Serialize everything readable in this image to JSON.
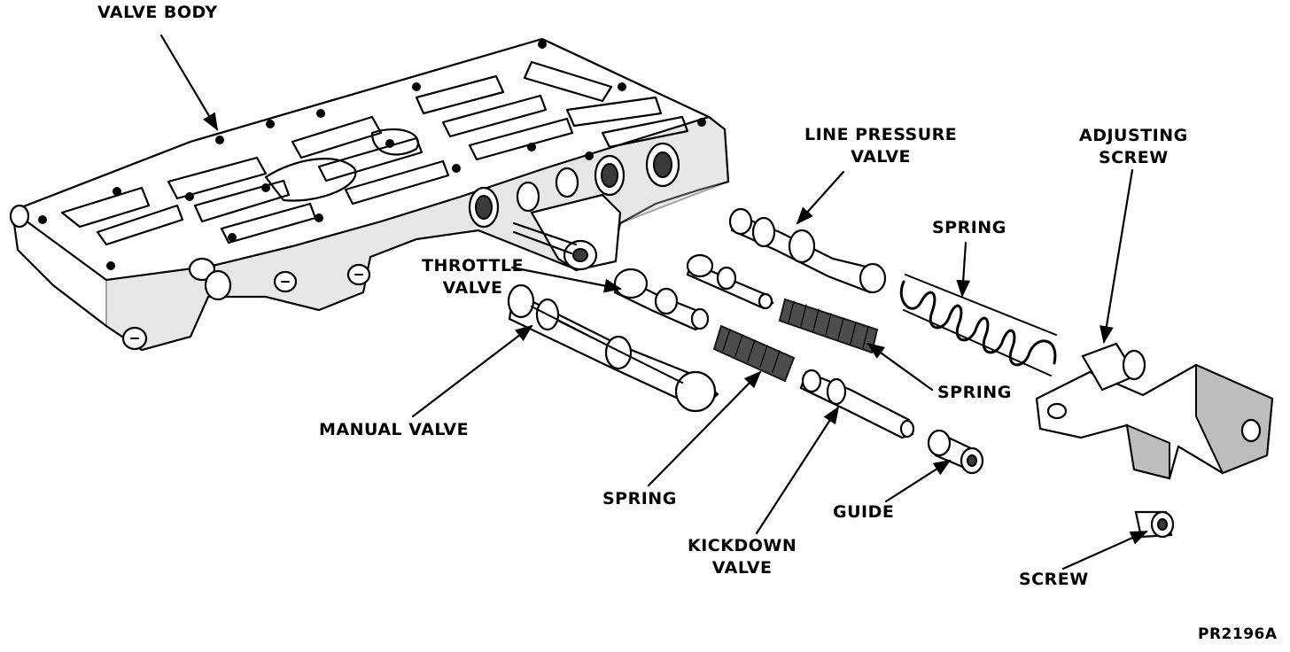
{
  "labels": {
    "valve_body": "VALVE BODY",
    "line_pressure_valve": [
      "LINE PRESSURE",
      "VALVE"
    ],
    "adjusting_screw": [
      "ADJUSTING",
      "SCREW"
    ],
    "spring_upper": "SPRING",
    "throttle_valve": [
      "THROTTLE",
      "VALVE"
    ],
    "spring_right": "SPRING",
    "manual_valve": "MANUAL VALVE",
    "spring_lower": "SPRING",
    "guide": "GUIDE",
    "kickdown_valve": [
      "KICKDOWN",
      "VALVE"
    ],
    "screw": "SCREW",
    "figure_id": "PR2196A"
  }
}
